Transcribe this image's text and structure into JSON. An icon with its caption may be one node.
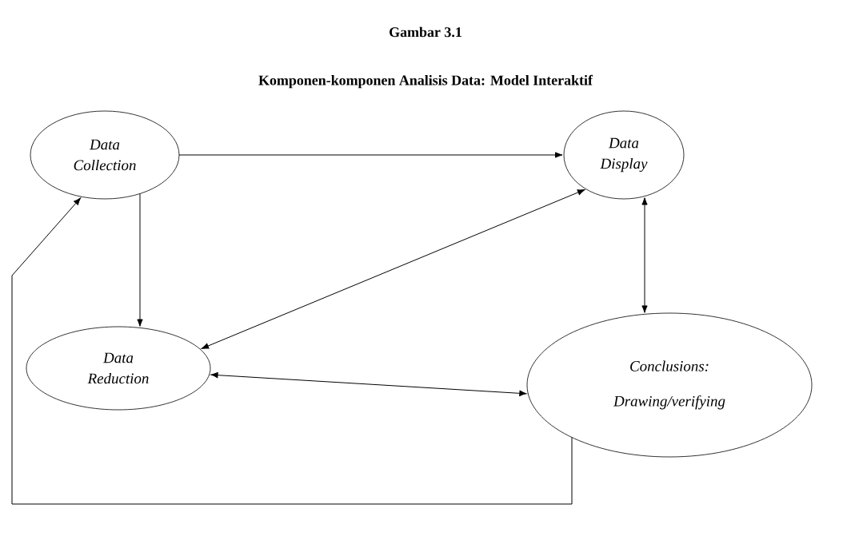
{
  "diagram": {
    "title": "Gambar 3.1",
    "caption": "Komponen-komponen Analisis Data: Model Interaktif",
    "nodes": [
      {
        "text": [
          "Data Collection"
        ]
      },
      {
        "text": [
          "Data Display"
        ]
      },
      {
        "text": [
          "Data Reduction"
        ]
      },
      {
        "text": [
          "Conclusions: Drawing/verifying"
        ]
      }
    ],
    "edges": [
      {
        "from": 0,
        "to": 1,
        "arrow": "to"
      },
      {
        "from": 0,
        "to": 2,
        "arrow": "to"
      },
      {
        "from": 1,
        "to": 2,
        "arrow": "both"
      },
      {
        "from": 1,
        "to": 3,
        "arrow": "both"
      },
      {
        "from": 2,
        "to": 3,
        "arrow": "both"
      },
      {
        "from": 3,
        "to": 0,
        "arrow": "to"
      }
    ]
  }
}
